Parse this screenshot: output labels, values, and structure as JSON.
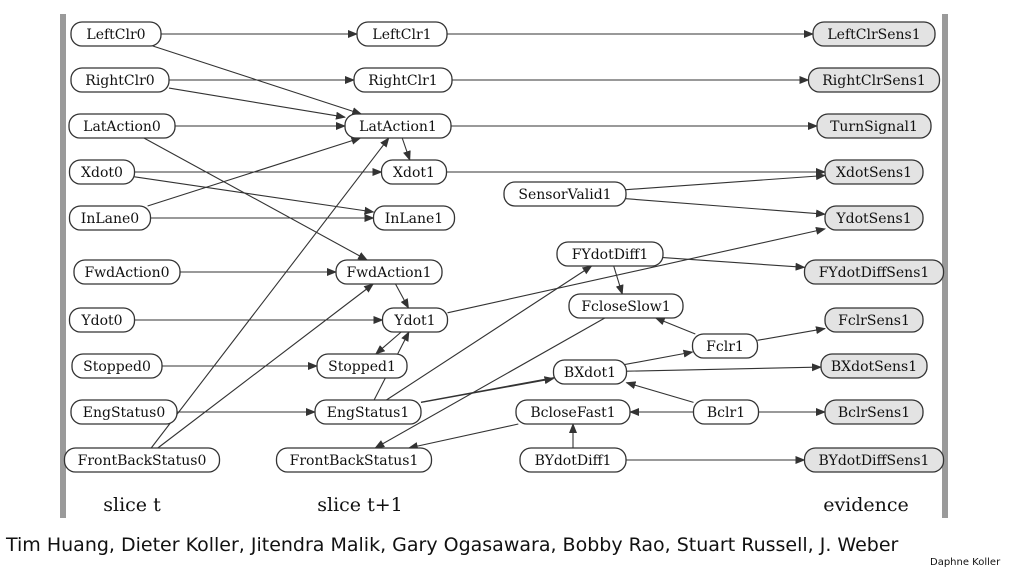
{
  "nodes": [
    {
      "id": "LeftClr0",
      "label": "LeftClr0"
    },
    {
      "id": "RightClr0",
      "label": "RightClr0"
    },
    {
      "id": "LatAction0",
      "label": "LatAction0"
    },
    {
      "id": "Xdot0",
      "label": "Xdot0"
    },
    {
      "id": "InLane0",
      "label": "InLane0"
    },
    {
      "id": "FwdAction0",
      "label": "FwdAction0"
    },
    {
      "id": "Ydot0",
      "label": "Ydot0"
    },
    {
      "id": "Stopped0",
      "label": "Stopped0"
    },
    {
      "id": "EngStatus0",
      "label": "EngStatus0"
    },
    {
      "id": "FrontBackStatus0",
      "label": "FrontBackStatus0"
    },
    {
      "id": "LeftClr1",
      "label": "LeftClr1"
    },
    {
      "id": "RightClr1",
      "label": "RightClr1"
    },
    {
      "id": "LatAction1",
      "label": "LatAction1"
    },
    {
      "id": "Xdot1",
      "label": "Xdot1"
    },
    {
      "id": "InLane1",
      "label": "InLane1"
    },
    {
      "id": "FwdAction1",
      "label": "FwdAction1"
    },
    {
      "id": "Ydot1",
      "label": "Ydot1"
    },
    {
      "id": "Stopped1",
      "label": "Stopped1"
    },
    {
      "id": "EngStatus1",
      "label": "EngStatus1"
    },
    {
      "id": "FrontBackStatus1",
      "label": "FrontBackStatus1"
    },
    {
      "id": "SensorValid1",
      "label": "SensorValid1"
    },
    {
      "id": "FYdotDiff1",
      "label": "FYdotDiff1"
    },
    {
      "id": "FcloseSlow1",
      "label": "FcloseSlow1"
    },
    {
      "id": "Fclr1",
      "label": "Fclr1"
    },
    {
      "id": "BXdot1",
      "label": "BXdot1"
    },
    {
      "id": "BcloseFast1",
      "label": "BcloseFast1"
    },
    {
      "id": "Bclr1",
      "label": "Bclr1"
    },
    {
      "id": "BYdotDiff1",
      "label": "BYdotDiff1"
    },
    {
      "id": "LeftClrSens1",
      "label": "LeftClrSens1",
      "evidence": true
    },
    {
      "id": "RightClrSens1",
      "label": "RightClrSens1",
      "evidence": true
    },
    {
      "id": "TurnSignal1",
      "label": "TurnSignal1",
      "evidence": true
    },
    {
      "id": "XdotSens1",
      "label": "XdotSens1",
      "evidence": true
    },
    {
      "id": "YdotSens1",
      "label": "YdotSens1",
      "evidence": true
    },
    {
      "id": "FYdotDiffSens1",
      "label": "FYdotDiffSens1",
      "evidence": true
    },
    {
      "id": "FclrSens1",
      "label": "FclrSens1",
      "evidence": true
    },
    {
      "id": "BXdotSens1",
      "label": "BXdotSens1",
      "evidence": true
    },
    {
      "id": "BclrSens1",
      "label": "BclrSens1",
      "evidence": true
    },
    {
      "id": "BYdotDiffSens1",
      "label": "BYdotDiffSens1",
      "evidence": true
    }
  ],
  "edges": [
    {
      "from": "LeftClr0",
      "to": "LeftClr1"
    },
    {
      "from": "LeftClr0",
      "to": "LatAction1"
    },
    {
      "from": "RightClr0",
      "to": "RightClr1"
    },
    {
      "from": "RightClr0",
      "to": "LatAction1"
    },
    {
      "from": "LatAction0",
      "to": "LatAction1"
    },
    {
      "from": "LatAction0",
      "to": "FwdAction1"
    },
    {
      "from": "Xdot0",
      "to": "Xdot1"
    },
    {
      "from": "Xdot0",
      "to": "InLane1"
    },
    {
      "from": "InLane0",
      "to": "InLane1"
    },
    {
      "from": "InLane0",
      "to": "LatAction1"
    },
    {
      "from": "FwdAction0",
      "to": "FwdAction1"
    },
    {
      "from": "Ydot0",
      "to": "Ydot1"
    },
    {
      "from": "Stopped0",
      "to": "Stopped1"
    },
    {
      "from": "EngStatus0",
      "to": "EngStatus1"
    },
    {
      "from": "FrontBackStatus0",
      "to": "LatAction1"
    },
    {
      "from": "FrontBackStatus0",
      "to": "FwdAction1"
    },
    {
      "from": "LeftClr1",
      "to": "LeftClrSens1"
    },
    {
      "from": "RightClr1",
      "to": "RightClrSens1"
    },
    {
      "from": "LatAction1",
      "to": "TurnSignal1"
    },
    {
      "from": "LatAction1",
      "to": "Xdot1"
    },
    {
      "from": "Xdot1",
      "to": "XdotSens1"
    },
    {
      "from": "SensorValid1",
      "to": "XdotSens1"
    },
    {
      "from": "SensorValid1",
      "to": "YdotSens1"
    },
    {
      "from": "FwdAction1",
      "to": "Ydot1"
    },
    {
      "from": "Ydot1",
      "to": "Stopped1"
    },
    {
      "from": "Ydot1",
      "to": "YdotSens1"
    },
    {
      "from": "EngStatus1",
      "to": "Ydot1"
    },
    {
      "from": "EngStatus1",
      "to": "FYdotDiff1"
    },
    {
      "from": "EngStatus1",
      "to": "Fclr1"
    },
    {
      "from": "EngStatus1",
      "to": "BXdot1"
    },
    {
      "from": "FYdotDiff1",
      "to": "FcloseSlow1"
    },
    {
      "from": "FYdotDiff1",
      "to": "FYdotDiffSens1"
    },
    {
      "from": "Fclr1",
      "to": "FcloseSlow1"
    },
    {
      "from": "Fclr1",
      "to": "FclrSens1"
    },
    {
      "from": "FcloseSlow1",
      "to": "FrontBackStatus1"
    },
    {
      "from": "BcloseFast1",
      "to": "FrontBackStatus1"
    },
    {
      "from": "BXdot1",
      "to": "BXdotSens1"
    },
    {
      "from": "Bclr1",
      "to": "BXdot1"
    },
    {
      "from": "Bclr1",
      "to": "BcloseFast1"
    },
    {
      "from": "Bclr1",
      "to": "BclrSens1"
    },
    {
      "from": "BYdotDiff1",
      "to": "BcloseFast1"
    },
    {
      "from": "BYdotDiff1",
      "to": "BYdotDiffSens1"
    }
  ],
  "slice_labels": {
    "slice_t": "slice t",
    "slice_t1": "slice t+1",
    "evidence": "evidence"
  },
  "authors": "Tim Huang, Dieter Koller, Jitendra Malik, Gary Ogasawara, Bobby Rao, Stuart Russell, J. Weber",
  "credit": "Daphne Koller",
  "colors": {
    "evidence_fill": "#e3e3e3",
    "node_fill": "#ffffff",
    "frame_bars": "#9a9a9a"
  }
}
